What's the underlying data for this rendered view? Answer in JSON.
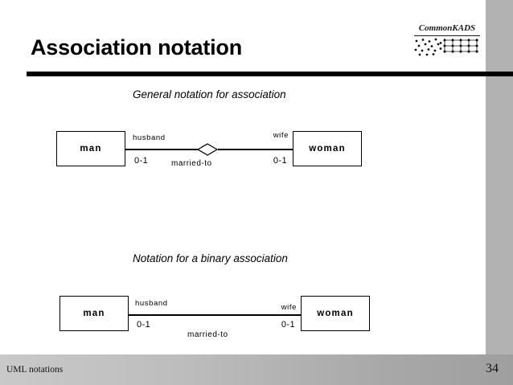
{
  "slide": {
    "title": "Association notation",
    "logo": {
      "wordmark": "CommonKADS",
      "mark_icon": "dot-grid-icon"
    },
    "footer": {
      "left_text": "UML notations",
      "page_number": "34"
    },
    "colors": {
      "background": "#ffffff",
      "rule": "#000000",
      "band": "#b2b2b2",
      "footer_gradient_start": "#c9c9c9",
      "footer_gradient_end": "#9f9f9f",
      "text": "#000000"
    }
  },
  "sections": [
    {
      "caption": "General notation for association",
      "diagram": {
        "left_class": "man",
        "right_class": "woman",
        "left_role": "husband",
        "right_role": "wife",
        "left_multiplicity": "0-1",
        "right_multiplicity": "0-1",
        "association_name": "married-to",
        "has_diamond": true
      }
    },
    {
      "caption": "Notation for a binary association",
      "diagram": {
        "left_class": "man",
        "right_class": "woman",
        "left_role": "husband",
        "right_role": "wife",
        "left_multiplicity": "0-1",
        "right_multiplicity": "0-1",
        "association_name": "married-to",
        "has_diamond": false
      }
    }
  ]
}
